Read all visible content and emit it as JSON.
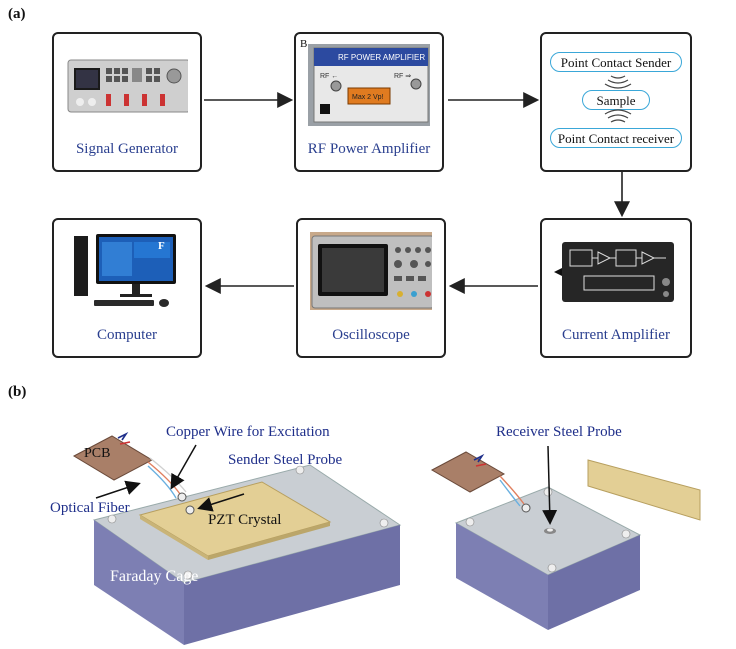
{
  "panel_a": {
    "label": "(a)",
    "boxes": {
      "signal_generator": "Signal Generator",
      "rf_power_amplifier": "RF Power Amplifier",
      "point_contact": {
        "sender": "Point Contact Sender",
        "sample": "Sample",
        "receiver": "Point Contact receiver"
      },
      "current_amplifier": "Current Amplifier",
      "oscilloscope": "Oscilloscope",
      "computer": "Computer"
    },
    "photo_text": {
      "rf_amp_title": "RF POWER AMPLIFIER",
      "rf_amp_in": "RF ←",
      "rf_amp_out": "RF ⇒",
      "rf_amp_note": "Max 2 Vp!",
      "corner_b": "B",
      "corner_f": "F"
    }
  },
  "panel_b": {
    "label": "(b)",
    "left": {
      "pcb": "PCB",
      "copper_wire": "Copper Wire for Excitation",
      "sender_probe": "Sender Steel Probe",
      "optical_fiber": "Optical Fiber",
      "pzt": "PZT Crystal",
      "faraday": "Faraday Cage"
    },
    "right": {
      "receiver_probe": "Receiver Steel Probe"
    }
  },
  "colors": {
    "caption": "#2a3f8f",
    "pill_border": "#3aa7d8",
    "cage_side": "#7d7fb3",
    "cage_top": "#c9ced3",
    "pzt": "#e3cf95"
  }
}
